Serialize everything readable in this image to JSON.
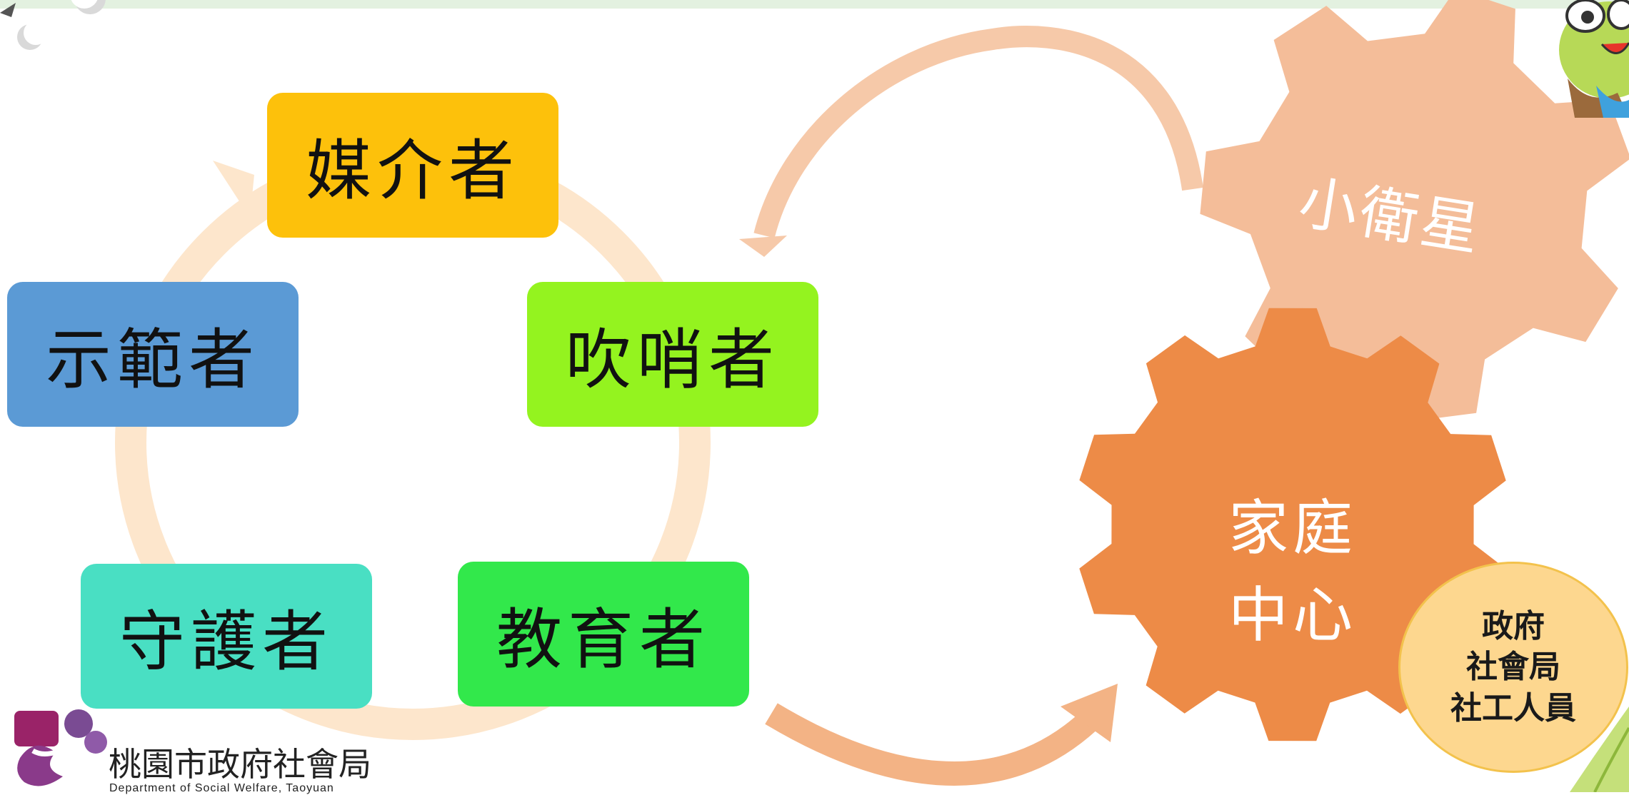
{
  "roles": [
    {
      "id": "mediator",
      "label": "媒介者",
      "color": "#fdc10b"
    },
    {
      "id": "whistleblower",
      "label": "吹哨者",
      "color": "#94f31f"
    },
    {
      "id": "educator",
      "label": "教育者",
      "color": "#32e84b"
    },
    {
      "id": "guardian",
      "label": "守護者",
      "color": "#49dfc3"
    },
    {
      "id": "role-model",
      "label": "示範者",
      "color": "#5b9ad5"
    }
  ],
  "gears": {
    "satellite": {
      "label": "小衛星",
      "color": "#f4bd99"
    },
    "family_center": {
      "line1": "家庭",
      "line2": "中心",
      "color": "#ed8b47"
    }
  },
  "government": {
    "line1": "政府",
    "line2": "社會局",
    "line3": "社工人員",
    "color": "#fdd78f"
  },
  "logo": {
    "name": "桃園市政府社會局",
    "subtitle": "Department of Social Welfare, Taoyuan"
  },
  "colors": {
    "cycle_arrow": "#fde6cc",
    "connector_arrow": "#f6c9a9",
    "top_strip": "#e3f1e0"
  }
}
